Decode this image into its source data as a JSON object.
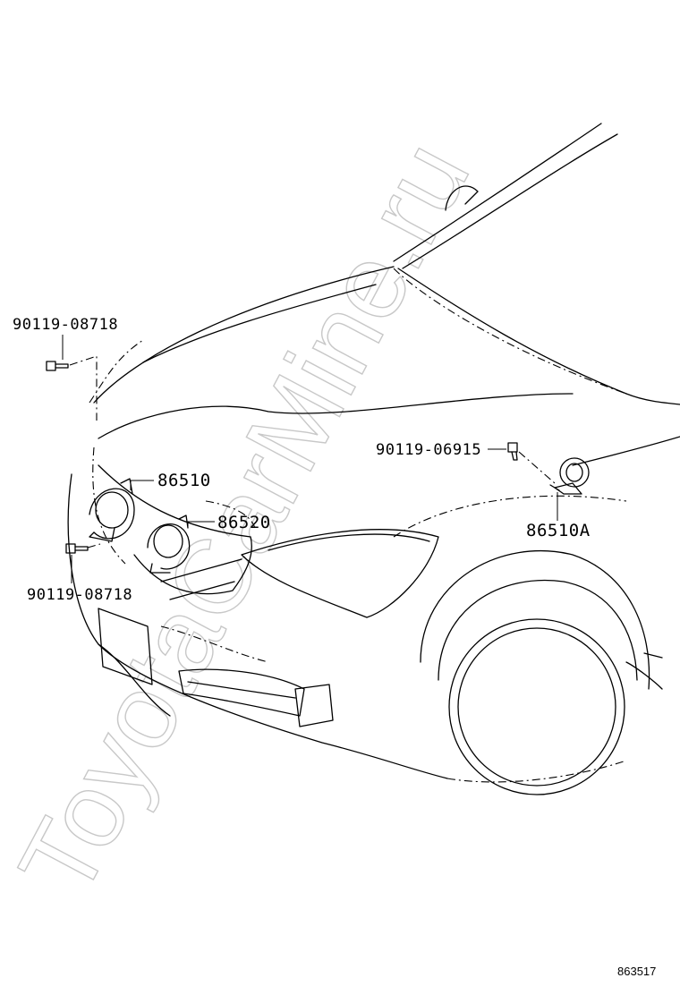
{
  "watermark": "ToyotaCarMine.ru",
  "parts": {
    "bolt_top_left": "90119-08718",
    "horn_high": "86510",
    "horn_low": "86520",
    "bolt_bottom_left": "90119-08718",
    "bolt_right": "90119-06915",
    "horn_right": "86510A"
  },
  "figure_ref": "863517"
}
